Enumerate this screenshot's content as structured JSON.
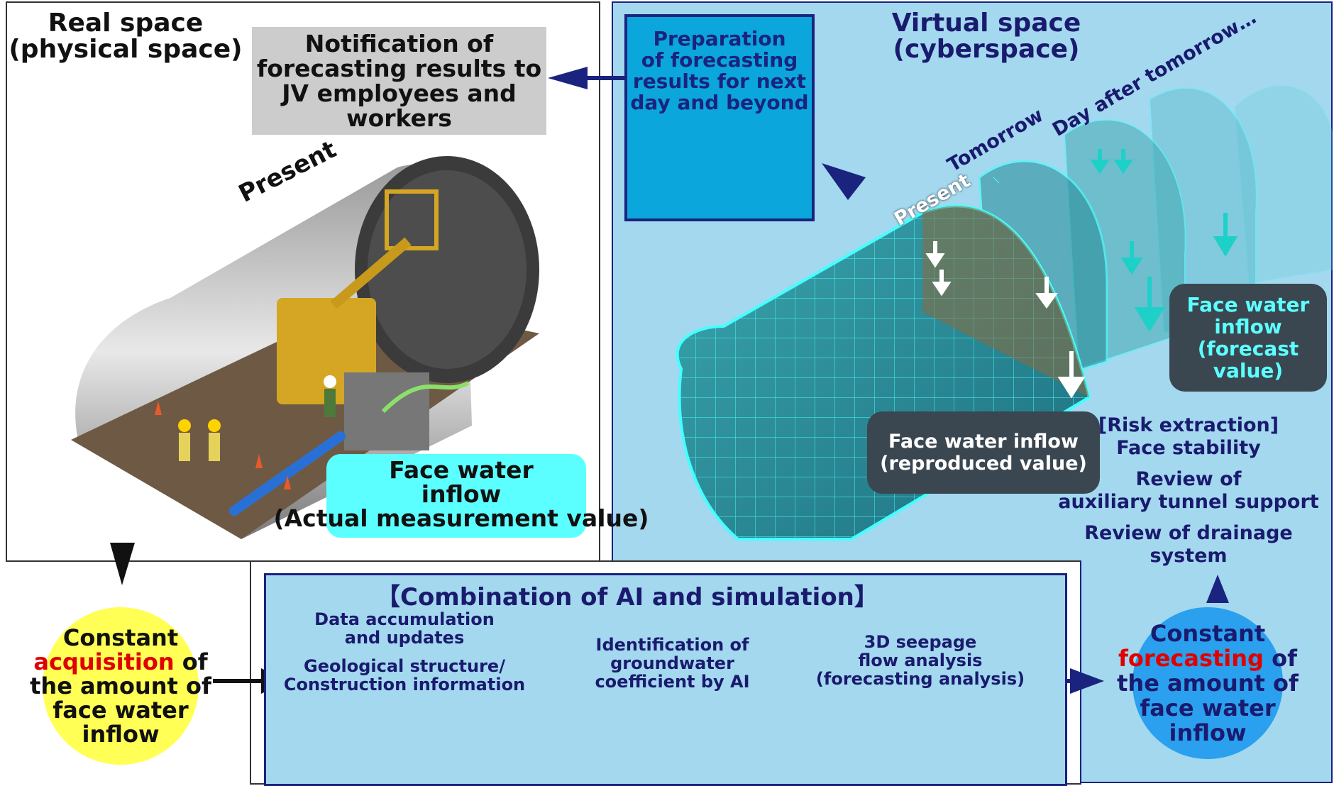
{
  "real_space": {
    "title_line1": "Real space",
    "title_line2": "(physical space)",
    "present_label": "Present"
  },
  "notification": {
    "text": "Notification of forecasting results to JV employees and workers"
  },
  "virtual_space": {
    "title_line1": "Virtual space",
    "title_line2": "(cyberspace)",
    "present_label": "Present",
    "tomorrow_label": "Tomorrow",
    "day_after_label": "Day after tomorrow…"
  },
  "preparation": {
    "line1": "Preparation",
    "line2": "of forecasting",
    "line3": "results for next",
    "line4": "day and beyond"
  },
  "actual_measurement": {
    "line1": "Face water",
    "line2": "inflow",
    "line3": "(Actual measurement value)"
  },
  "reproduced": {
    "line1": "Face water inflow",
    "line2": "(reproduced value)"
  },
  "forecast_value": {
    "line1": "Face water",
    "line2": "inflow",
    "line3": "(forecast value)"
  },
  "risk": {
    "heading": "[Risk extraction]",
    "item1": "Face stability",
    "item2a": "Review of",
    "item2b": "auxiliary tunnel support",
    "item3": "Review of drainage system"
  },
  "acquisition": {
    "pre": "Constant",
    "highlight": "acquisition",
    "post": " of",
    "line3": "the amount of",
    "line4": "face water",
    "line5": "inflow"
  },
  "forecasting": {
    "pre": "Constant",
    "highlight": "forecasting",
    "post": " of",
    "line3": "the amount of",
    "line4": "face water",
    "line5": "inflow"
  },
  "ai_sim": {
    "title": "【Combination of AI and simulation】",
    "step1a": "Data accumulation",
    "step1b": "and updates",
    "step1c": "Geological structure/",
    "step1d": "Construction information",
    "step2a": "Identification of",
    "step2b": "groundwater",
    "step2c": "coefficient by AI",
    "step3a": "3D seepage",
    "step3b": "flow analysis",
    "step3c": "(forecasting analysis)"
  },
  "colors": {
    "navy": "#1a237e",
    "highlight_red": "#e00000",
    "cyan": "#5cffff",
    "yellow": "#ffff55",
    "blue_circle": "#2aa0ee",
    "panel_blue": "#a3d8ef"
  },
  "icons": [
    "report-icon",
    "folders-icon",
    "mountain-drop-icon",
    "grid-cube-icon"
  ]
}
